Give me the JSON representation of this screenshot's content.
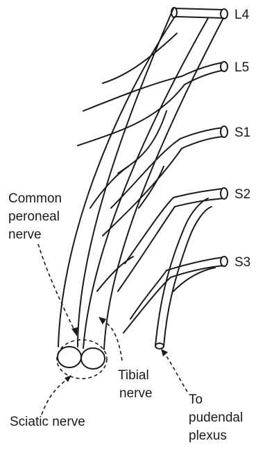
{
  "root_labels": [
    "L4",
    "L5",
    "S1",
    "S2",
    "S3"
  ],
  "labels": {
    "common_peroneal_line1": "Common",
    "common_peroneal_line2": "peroneal",
    "common_peroneal_line3": "nerve",
    "tibial_line1": "Tibial",
    "tibial_line2": "nerve",
    "pudendal_line1": "To",
    "pudendal_line2": "pudendal",
    "pudendal_line3": "plexus",
    "sciatic": "Sciatic nerve"
  }
}
